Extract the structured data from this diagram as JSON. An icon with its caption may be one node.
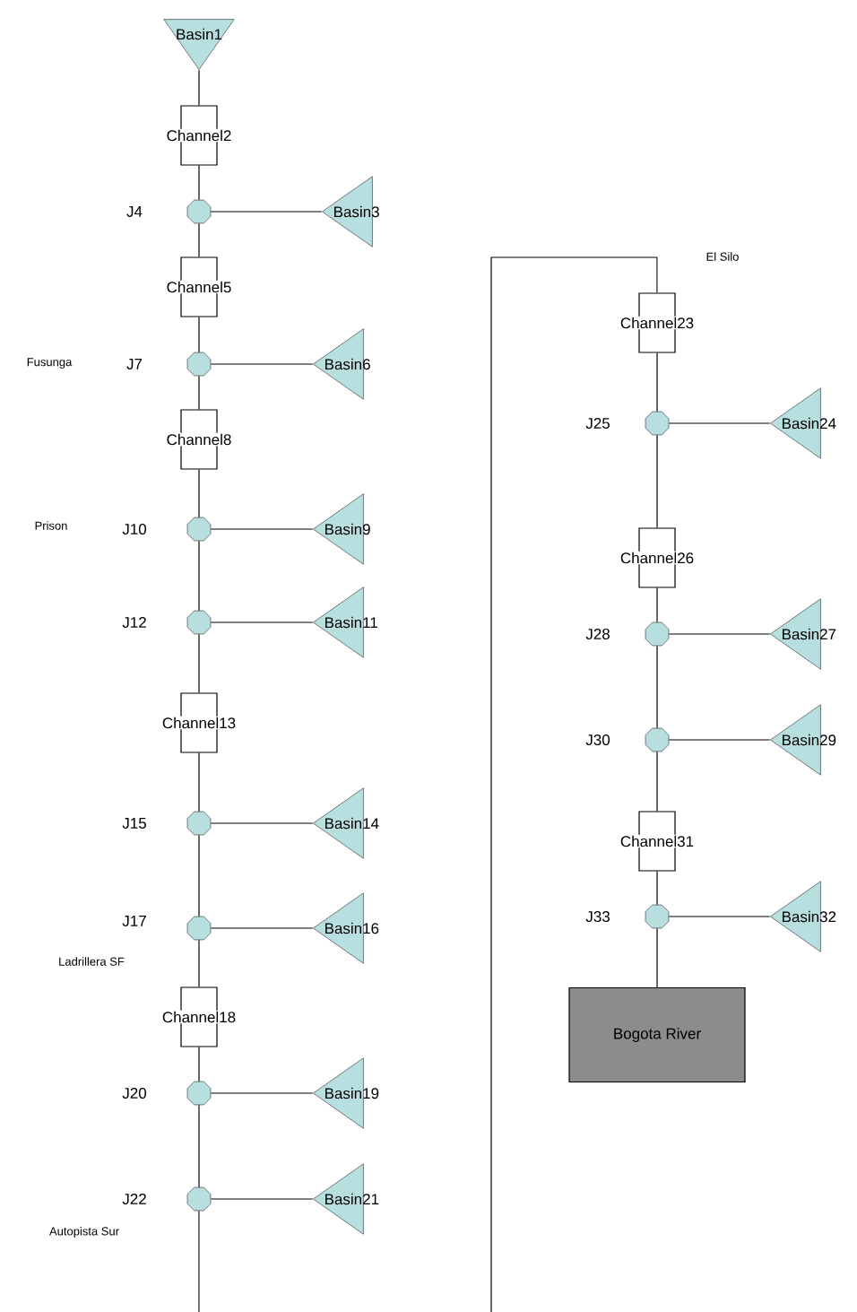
{
  "diagram": {
    "nodes": [
      {
        "text": [
          "Basin1"
        ]
      },
      {
        "text": [
          "Channel2"
        ]
      },
      {
        "text": [],
        "shape": "circle",
        "beside": [
          "J4"
        ]
      },
      {
        "text": [
          "Basin3"
        ]
      },
      {
        "text": [
          "Channel5"
        ]
      },
      {
        "text": [],
        "shape": "circle",
        "beside": [
          "J7"
        ]
      },
      {
        "text": [
          "Basin6"
        ]
      },
      {
        "text": [
          "Channel8"
        ]
      },
      {
        "text": [],
        "shape": "circle",
        "beside": [
          "J10"
        ]
      },
      {
        "text": [
          "Basin9"
        ]
      },
      {
        "text": [],
        "shape": "circle",
        "beside": [
          "J12"
        ]
      },
      {
        "text": [
          "Basin11"
        ]
      },
      {
        "text": [
          "Channel13"
        ]
      },
      {
        "text": [],
        "shape": "circle",
        "beside": [
          "J15"
        ]
      },
      {
        "text": [
          "Basin14"
        ]
      },
      {
        "text": [],
        "shape": "circle",
        "beside": [
          "J17"
        ]
      },
      {
        "text": [
          "Basin16"
        ]
      },
      {
        "text": [
          "Channel18"
        ]
      },
      {
        "text": [],
        "shape": "circle",
        "beside": [
          "J20"
        ]
      },
      {
        "text": [
          "Basin19"
        ]
      },
      {
        "text": [],
        "shape": "circle",
        "beside": [
          "J22"
        ]
      },
      {
        "text": [
          "Basin21"
        ]
      },
      {
        "text": [
          "Channel23"
        ]
      },
      {
        "text": [],
        "shape": "circle",
        "beside": [
          "J25"
        ]
      },
      {
        "text": [
          "Basin24"
        ]
      },
      {
        "text": [
          "Channel26"
        ]
      },
      {
        "text": [],
        "shape": "circle",
        "beside": [
          "J28"
        ]
      },
      {
        "text": [
          "Basin27"
        ]
      },
      {
        "text": [],
        "shape": "circle",
        "beside": [
          "J30"
        ]
      },
      {
        "text": [
          "Basin29"
        ]
      },
      {
        "text": [
          "Channel31"
        ]
      },
      {
        "text": [],
        "shape": "circle",
        "beside": [
          "J33"
        ]
      },
      {
        "text": [
          "Basin32"
        ]
      },
      {
        "text": [
          "Bogota River"
        ]
      }
    ],
    "edges": [
      {
        "from": 0,
        "to": 1,
        "arrow": "none"
      },
      {
        "from": 1,
        "to": 2,
        "arrow": "none"
      },
      {
        "from": 3,
        "to": 2,
        "arrow": "none"
      },
      {
        "from": 2,
        "to": 4,
        "arrow": "none"
      },
      {
        "from": 4,
        "to": 5,
        "arrow": "none"
      },
      {
        "from": 6,
        "to": 5,
        "arrow": "none"
      },
      {
        "from": 5,
        "to": 7,
        "arrow": "none"
      },
      {
        "from": 7,
        "to": 8,
        "arrow": "none"
      },
      {
        "from": 9,
        "to": 8,
        "arrow": "none"
      },
      {
        "from": 8,
        "to": 10,
        "arrow": "none"
      },
      {
        "from": 11,
        "to": 10,
        "arrow": "none"
      },
      {
        "from": 10,
        "to": 12,
        "arrow": "none"
      },
      {
        "from": 12,
        "to": 13,
        "arrow": "none"
      },
      {
        "from": 14,
        "to": 13,
        "arrow": "none"
      },
      {
        "from": 13,
        "to": 15,
        "arrow": "none"
      },
      {
        "from": 16,
        "to": 15,
        "arrow": "none"
      },
      {
        "from": 15,
        "to": 17,
        "arrow": "none"
      },
      {
        "from": 17,
        "to": 18,
        "arrow": "none"
      },
      {
        "from": 19,
        "to": 18,
        "arrow": "none"
      },
      {
        "from": 18,
        "to": 20,
        "arrow": "none"
      },
      {
        "from": 21,
        "to": 20,
        "arrow": "none"
      },
      {
        "from": 20,
        "to": null,
        "arrow": "none"
      },
      {
        "from": null,
        "to": 22,
        "arrow": "none"
      },
      {
        "from": 22,
        "to": 23,
        "arrow": "none"
      },
      {
        "from": 24,
        "to": 23,
        "arrow": "none"
      },
      {
        "from": 23,
        "to": 25,
        "arrow": "none"
      },
      {
        "from": 25,
        "to": 26,
        "arrow": "none"
      },
      {
        "from": 27,
        "to": 26,
        "arrow": "none"
      },
      {
        "from": 26,
        "to": 28,
        "arrow": "none"
      },
      {
        "from": 29,
        "to": 28,
        "arrow": "none"
      },
      {
        "from": 28,
        "to": 30,
        "arrow": "none"
      },
      {
        "from": 30,
        "to": 31,
        "arrow": "none"
      },
      {
        "from": 32,
        "to": 31,
        "arrow": "none"
      },
      {
        "from": 31,
        "to": 33,
        "arrow": "none"
      }
    ],
    "labels": [
      "El Silo",
      "Fusunga",
      "Prison",
      "Ladrillera SF",
      "Autopista Sur"
    ]
  }
}
